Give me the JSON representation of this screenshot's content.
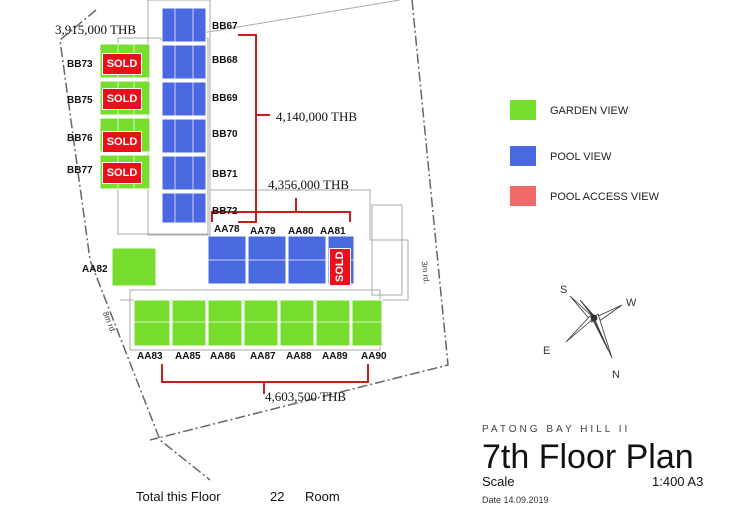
{
  "project": "PATONG  BAY  HILL  II",
  "floor_title": "7th Floor Plan",
  "scale": {
    "label": "Scale",
    "value": "1:400 A3"
  },
  "total": {
    "label": "Total this Floor",
    "count": "22",
    "unit": "Room"
  },
  "date_partial": "Date 14.09.2019",
  "legend": [
    {
      "label": "GARDEN VIEW",
      "color": "#77dd2e"
    },
    {
      "label": "POOL VIEW",
      "color": "#4a68e0"
    },
    {
      "label": "POOL ACCESS VIEW",
      "color": "#f06a6a"
    }
  ],
  "prices": {
    "bb73_group": "3,915,000 THB",
    "bb67_72": "4,140,000 THB",
    "aa78_81": "4,356,000 THB",
    "aa83_90": "4,603,500 THB"
  },
  "sold_label": "SOLD",
  "units": {
    "BB67": "BB67",
    "BB68": "BB68",
    "BB69": "BB69",
    "BB70": "BB70",
    "BB71": "BB71",
    "BB72": "BB72",
    "BB73": "BB73",
    "BB75": "BB75",
    "BB76": "BB76",
    "BB77": "BB77",
    "AA78": "AA78",
    "AA79": "AA79",
    "AA80": "AA80",
    "AA81": "AA81",
    "AA82": "AA82",
    "AA83": "AA83",
    "AA85": "AA85",
    "AA86": "AA86",
    "AA87": "AA87",
    "AA88": "AA88",
    "AA89": "AA89",
    "AA90": "AA90"
  },
  "roads": {
    "left": "8m rd.",
    "right": "3m rd."
  },
  "compass": {
    "s": "S",
    "w": "W",
    "e": "E",
    "n": "N"
  }
}
